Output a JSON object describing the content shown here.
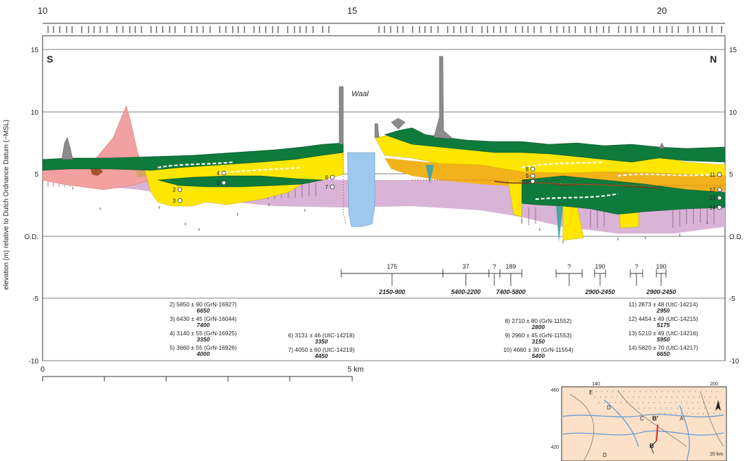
{
  "axes": {
    "top_ticks": [
      "10",
      "15",
      "20"
    ],
    "y_ticks": [
      "15",
      "10",
      "5",
      "O.D.",
      "-5",
      "-10"
    ],
    "y_label": "elevation (m) relative to Dutch Ordnance Datum (~MSL)"
  },
  "labels": {
    "south": "S",
    "north": "N",
    "river": "Waal"
  },
  "scale": {
    "start": "0",
    "end": "5 km"
  },
  "sample_markers": [
    "2",
    "3",
    "4",
    "5",
    "6",
    "7",
    "8",
    "9",
    "10",
    "11",
    "12",
    "13",
    "14"
  ],
  "brackets": [
    {
      "number": "175",
      "age": "2150-900"
    },
    {
      "number": "37",
      "age": "5400-2200"
    },
    {
      "number": "?",
      "age": ""
    },
    {
      "number": "189",
      "age": "7400-5800"
    },
    {
      "number": "?",
      "age": ""
    },
    {
      "number": "190",
      "age": "2900-2450"
    },
    {
      "number": "?",
      "age": ""
    },
    {
      "number": "190",
      "age": "2900-2450"
    }
  ],
  "dates_left": [
    {
      "line": "2) 5850 ± 90 (GrN-16927)",
      "cal": "6650"
    },
    {
      "line": "3) 6430 ± 45 (GrN-16044)",
      "cal": "7400"
    },
    {
      "line": "4) 3140 ± 55 (GrN-16925)",
      "cal": "3350"
    },
    {
      "line": "5) 3660 ± 55 (GrN-16926)",
      "cal": "4000"
    }
  ],
  "dates_mid": [
    {
      "line": "6) 3131 ± 46 (UtC-14218)",
      "cal": "3350"
    },
    {
      "line": "7) 4050 ± 60 (UtC-14219)",
      "cal": "4450"
    }
  ],
  "dates_right1": [
    {
      "line": "8) 2710 ± 80 (GrN-11552)",
      "cal": "2800"
    },
    {
      "line": "9) 2960 ± 45 (GrN-11553)",
      "cal": "3150"
    },
    {
      "line": "10) 4660 ± 30 (GrN-11554)",
      "cal": "5400"
    }
  ],
  "dates_right2": [
    {
      "line": "11) 2873 ± 48 (UtC-14214)",
      "cal": "2950"
    },
    {
      "line": "12) 4454 ± 49 (UtC-14215)",
      "cal": "5175"
    },
    {
      "line": "13) 5210 ± 49 (UtC-14216)",
      "cal": "5950"
    },
    {
      "line": "14) 5820 ± 70 (UtC-14217)",
      "cal": "6650"
    }
  ],
  "inset": {
    "x_ticks": [
      "140",
      "200"
    ],
    "y_ticks": [
      "460",
      "420"
    ],
    "letters": [
      "E",
      "D",
      "C",
      "B'",
      "A'",
      "B",
      "D"
    ],
    "scale": "20 km"
  },
  "colors": {
    "clay_green": "#0e7a3c",
    "sand_yellow": "#ffe600",
    "older_sand": "#f2b21b",
    "peat_pink": "#d9b4d6",
    "dune_red": "#f2a0a0",
    "river_blue": "#9ec9ef",
    "dike_grey": "#8c8c8c",
    "map_bg": "#fbe1c8",
    "map_river": "#6e9fd8",
    "map_profile": "#e0302a"
  }
}
